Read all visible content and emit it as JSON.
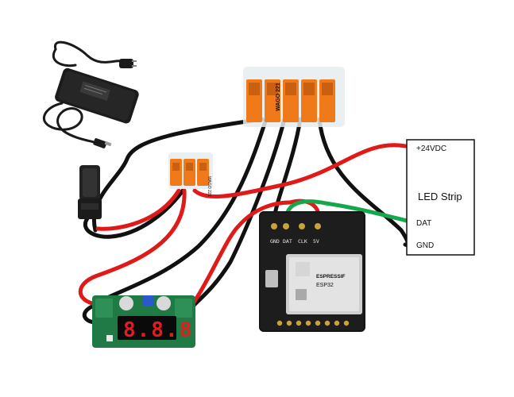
{
  "led_strip": {
    "title": "LED Strip",
    "pins": [
      "+24VDC",
      "DAT",
      "GND"
    ]
  },
  "esp_board": {
    "header_pins": [
      "GND",
      "DAT",
      "CLK",
      "5V"
    ],
    "module_brand": "ESPRESSIF",
    "module_model": "ESP32"
  },
  "buck_converter": {
    "display": "8.8.8"
  },
  "wago_large": {
    "label": "WAGO 221"
  },
  "wago_small": {
    "label": "WAGO 221"
  },
  "colors": {
    "power_wire": "#e01919",
    "ground_wire": "#111111",
    "data_wire": "#13a84a",
    "connector": "#f07a1a",
    "pcb_esp": "#151515",
    "pcb_buck": "#1f7a45"
  }
}
